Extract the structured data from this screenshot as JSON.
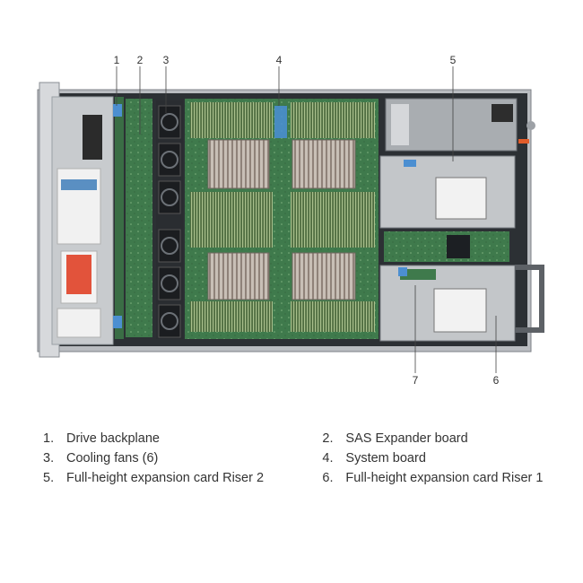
{
  "diagram": {
    "callouts": [
      "1",
      "2",
      "3",
      "4",
      "5",
      "7",
      "6"
    ]
  },
  "legend": {
    "items": [
      {
        "num": "1.",
        "label": "Drive backplane"
      },
      {
        "num": "2.",
        "label": "SAS Expander board"
      },
      {
        "num": "3.",
        "label": "Cooling fans (6)"
      },
      {
        "num": "4.",
        "label": "System board"
      },
      {
        "num": "5.",
        "label": "Full-height expansion card Riser 2"
      },
      {
        "num": "6.",
        "label": "Full-height expansion card Riser 1"
      }
    ]
  }
}
